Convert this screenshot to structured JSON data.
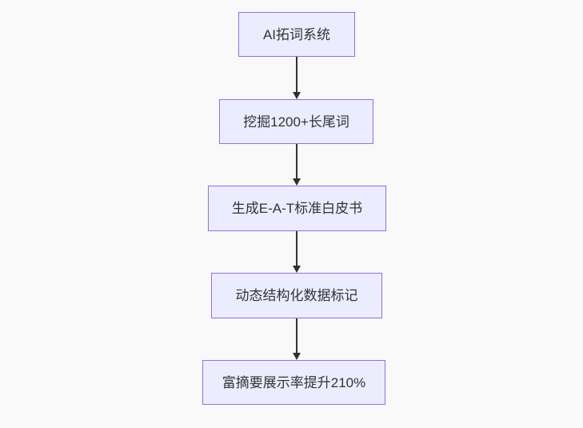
{
  "diagram": {
    "type": "flowchart",
    "direction": "top-down",
    "colors": {
      "background": "#f9f9f9",
      "node_fill": "#ececff",
      "node_border": "#9370db",
      "node_text": "#333333",
      "edge_line": "#333333"
    },
    "nodes": [
      {
        "id": "n1",
        "label": "AI拓词系统"
      },
      {
        "id": "n2",
        "label": "挖掘1200+长尾词"
      },
      {
        "id": "n3",
        "label": "生成E-A-T标准白皮书"
      },
      {
        "id": "n4",
        "label": "动态结构化数据标记"
      },
      {
        "id": "n5",
        "label": "富摘要展示率提升210%"
      }
    ],
    "edges": [
      {
        "from": "n1",
        "to": "n2"
      },
      {
        "from": "n2",
        "to": "n3"
      },
      {
        "from": "n3",
        "to": "n4"
      },
      {
        "from": "n4",
        "to": "n5"
      }
    ]
  }
}
